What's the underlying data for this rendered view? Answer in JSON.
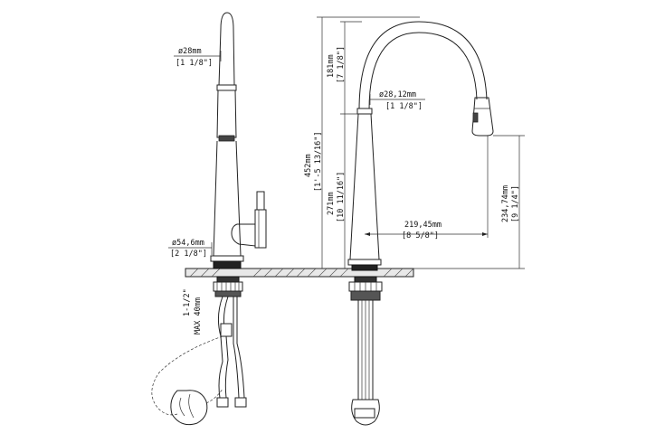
{
  "dimensions": {
    "spout_diameter": {
      "metric": "ø28mm",
      "imperial": "[1 1/8\"]"
    },
    "base_diameter": {
      "metric": "ø54,6mm",
      "imperial": "[2 1/8\"]"
    },
    "max_deck_thickness": {
      "imperial": "1-1/2\"",
      "metric": "MAX 40mm"
    },
    "total_height": {
      "metric": "452mm",
      "imperial": "[1'-5 13/16\"]"
    },
    "body_height": {
      "metric": "271mm",
      "imperial": "[10 11/16\"]"
    },
    "spout_arc_height": {
      "metric": "181mm",
      "imperial": "[7 1/8\"]"
    },
    "spout_tube_diameter": {
      "metric": "ø28,12mm",
      "imperial": "[1 1/8\"]"
    },
    "spout_reach": {
      "metric": "219,45mm",
      "imperial": "[8 5/8\"]"
    },
    "spout_clearance": {
      "metric": "234,74mm",
      "imperial": "[9 1/4\"]"
    }
  }
}
